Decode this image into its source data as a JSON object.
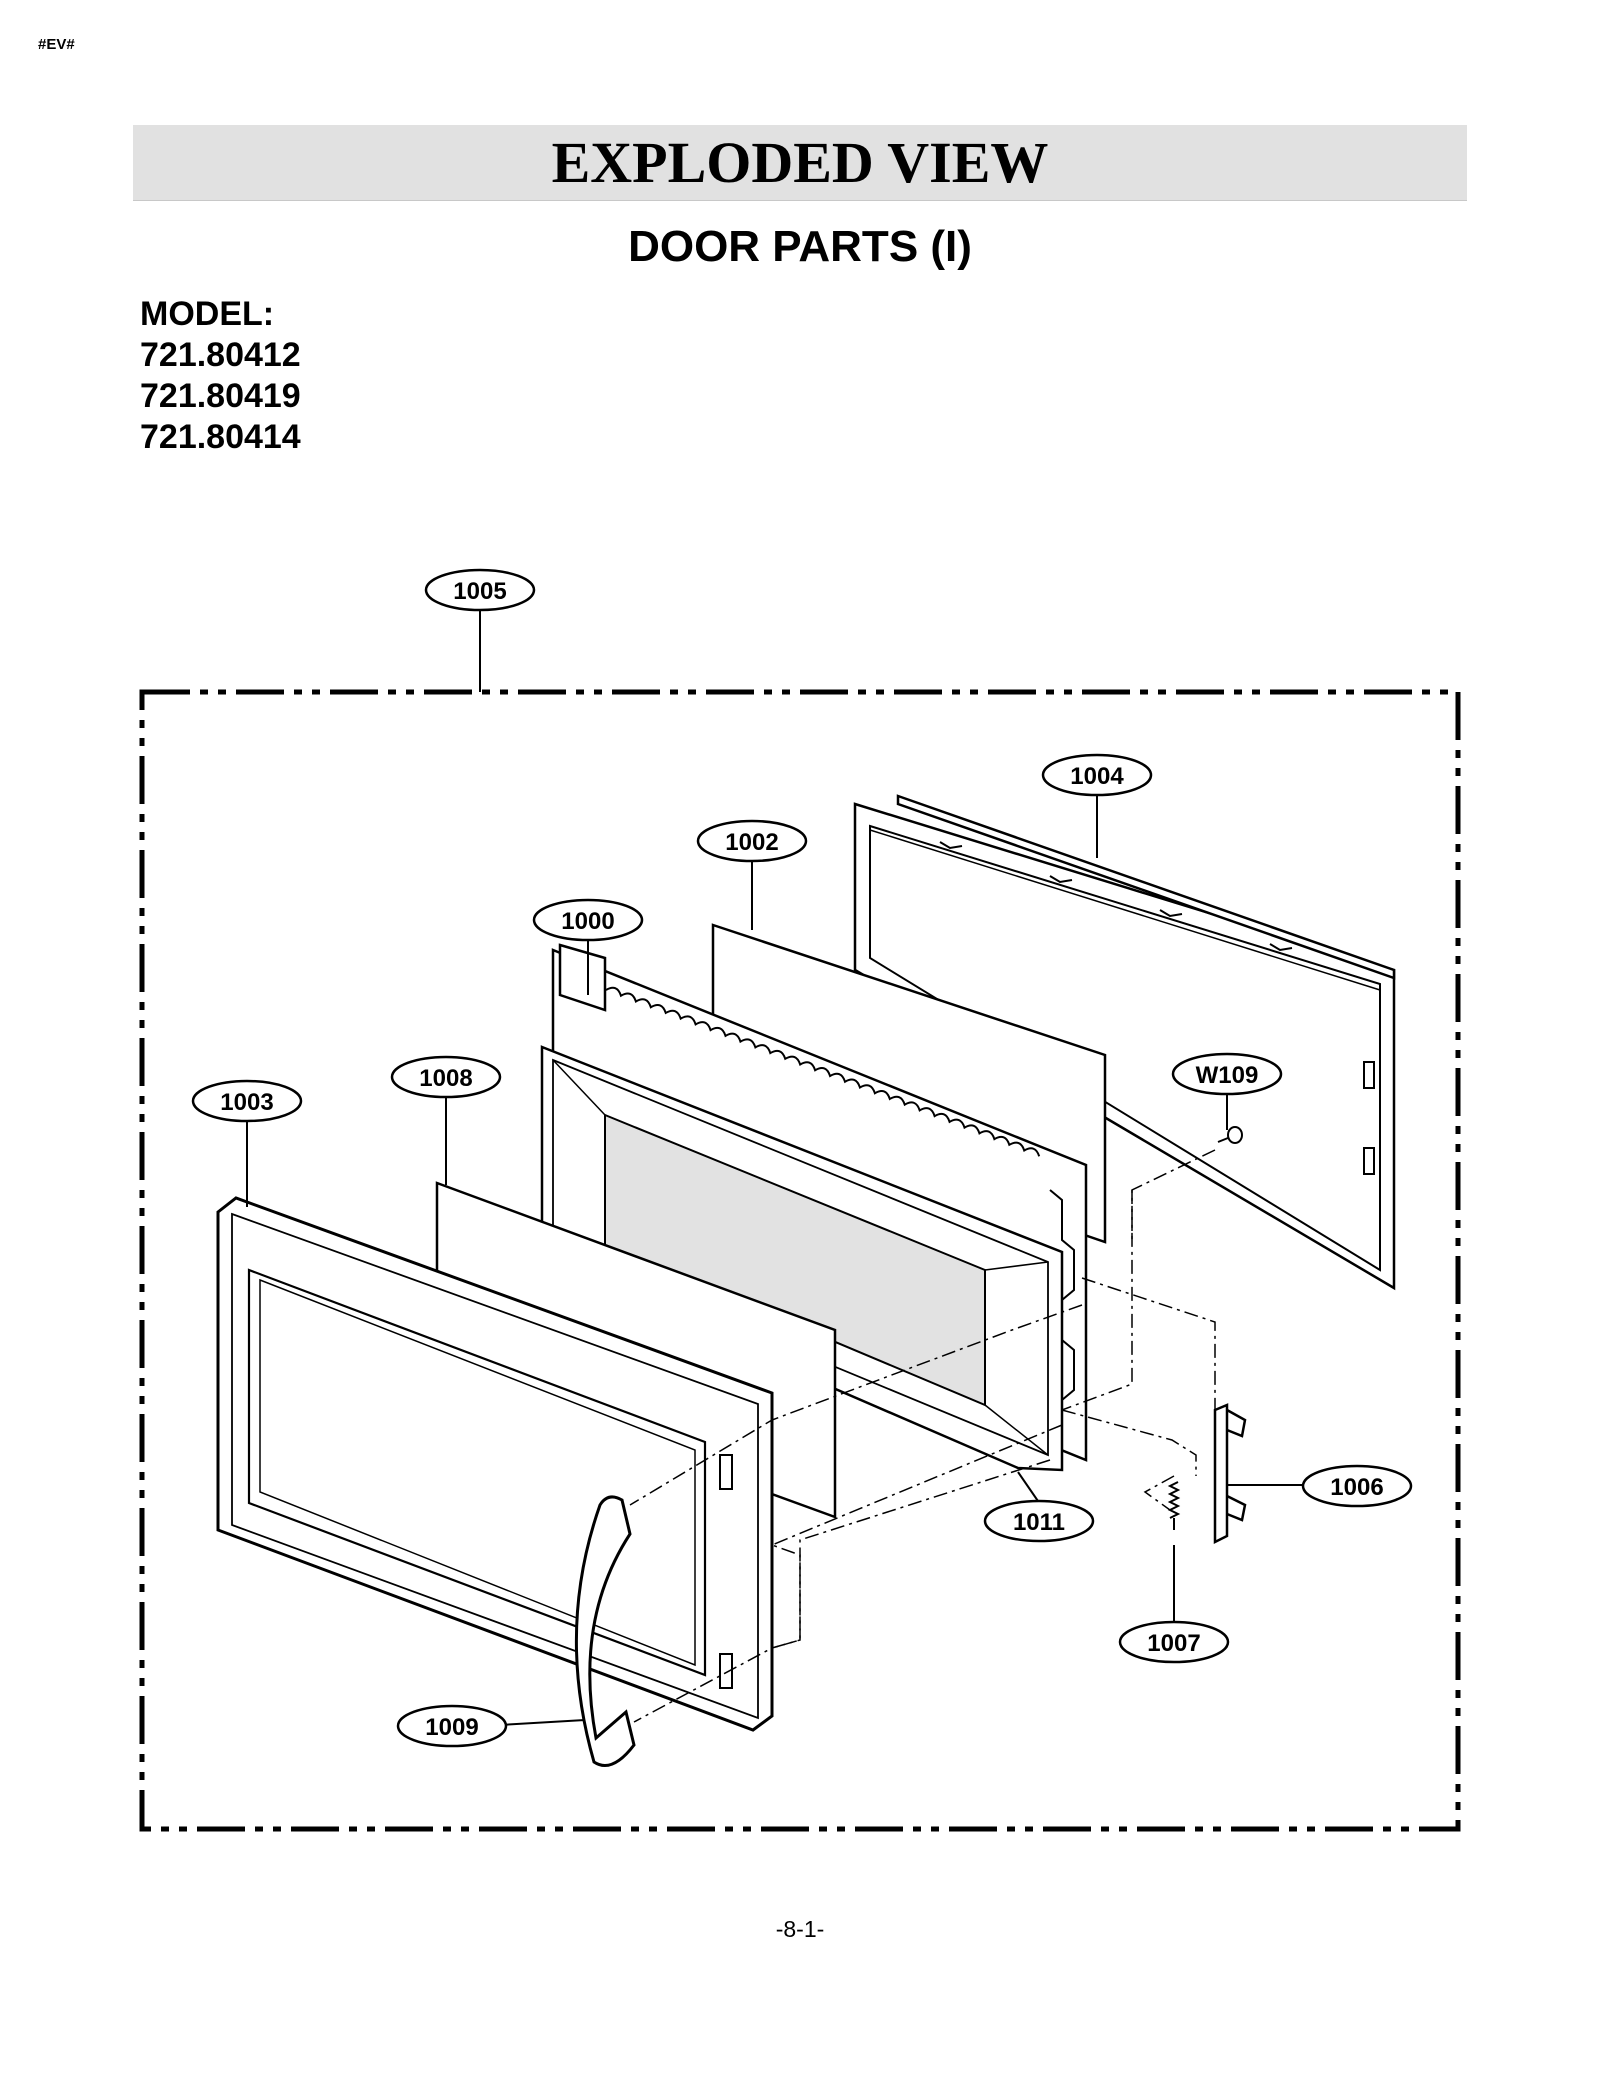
{
  "header_tag": "#EV#",
  "title": "EXPLODED VIEW",
  "subtitle": "DOOR PARTS (I)",
  "model": {
    "label": "MODEL:",
    "numbers": [
      "721.80412",
      "721.80419",
      "721.80414"
    ]
  },
  "callouts": [
    "1005",
    "1004",
    "1002",
    "1000",
    "1008",
    "1003",
    "W109",
    "1006",
    "1011",
    "1007",
    "1009"
  ],
  "page_number": "-8-1-"
}
